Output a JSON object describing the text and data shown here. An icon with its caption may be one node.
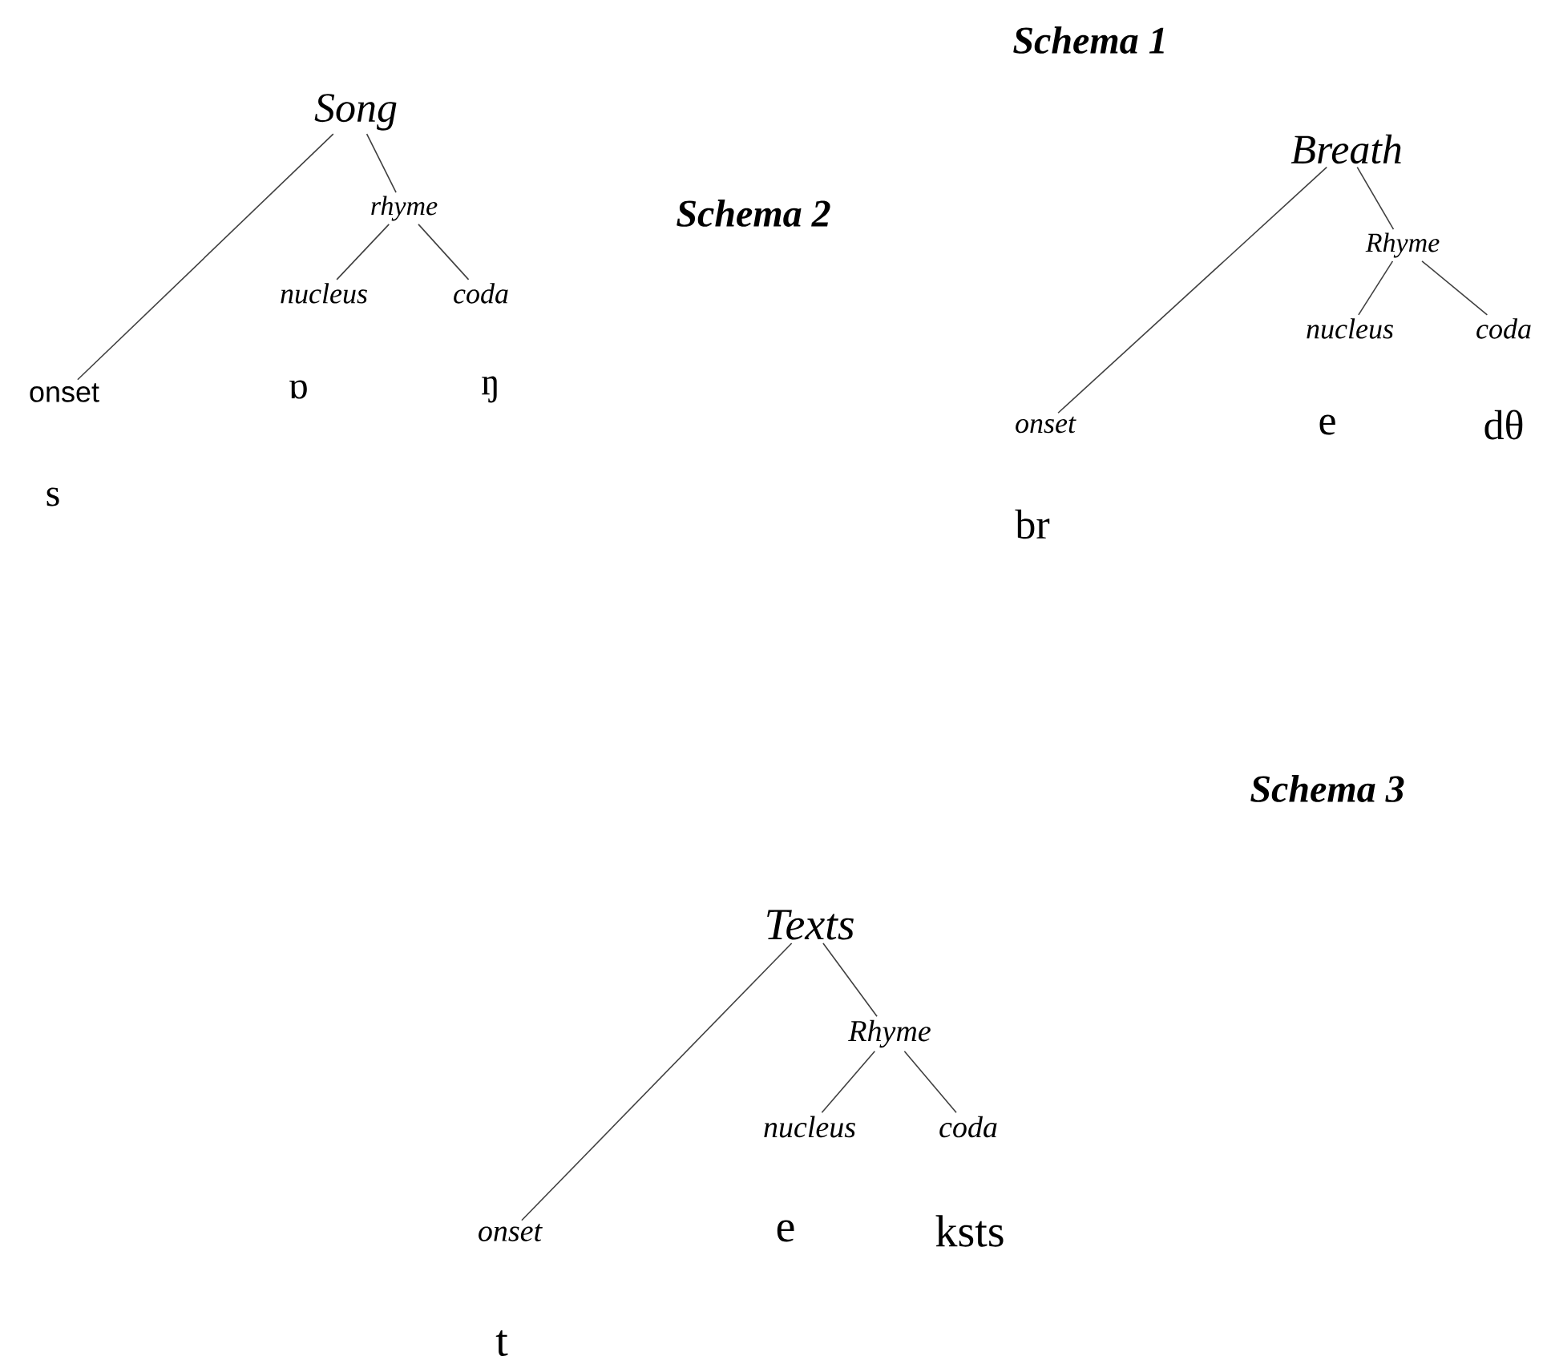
{
  "diagram": {
    "nodes": [
      {
        "text": [
          "Song"
        ]
      },
      {
        "text": [
          "rhyme"
        ]
      },
      {
        "text": [
          "nucleus"
        ]
      },
      {
        "text": [
          "coda"
        ]
      },
      {
        "text": [
          "onset"
        ]
      },
      {
        "text": [
          "Breath"
        ]
      },
      {
        "text": [
          "Rhyme"
        ]
      },
      {
        "text": [
          "nucleus"
        ]
      },
      {
        "text": [
          "coda"
        ]
      },
      {
        "text": [
          "onset"
        ]
      },
      {
        "text": [
          "Texts"
        ]
      },
      {
        "text": [
          "Rhyme"
        ]
      },
      {
        "text": [
          "nucleus"
        ]
      },
      {
        "text": [
          "coda"
        ]
      },
      {
        "text": [
          "onset"
        ]
      }
    ],
    "edges": [
      {
        "from": 0,
        "to": 4,
        "arrow": "none"
      },
      {
        "from": 0,
        "to": 1,
        "arrow": "none"
      },
      {
        "from": 1,
        "to": 2,
        "arrow": "none"
      },
      {
        "from": 1,
        "to": 3,
        "arrow": "none"
      },
      {
        "from": 5,
        "to": 9,
        "arrow": "none"
      },
      {
        "from": 5,
        "to": 6,
        "arrow": "none"
      },
      {
        "from": 6,
        "to": 7,
        "arrow": "none"
      },
      {
        "from": 6,
        "to": 8,
        "arrow": "none"
      },
      {
        "from": 10,
        "to": 14,
        "arrow": "none"
      },
      {
        "from": 10,
        "to": 11,
        "arrow": "none"
      },
      {
        "from": 11,
        "to": 12,
        "arrow": "none"
      },
      {
        "from": 11,
        "to": 13,
        "arrow": "none"
      }
    ],
    "labels": [
      "Schema 1",
      "Schema 2",
      "ɒ",
      "ŋ",
      "e",
      "dθ",
      "s",
      "br",
      "Schema 3",
      "e",
      "ksts",
      "t"
    ]
  }
}
